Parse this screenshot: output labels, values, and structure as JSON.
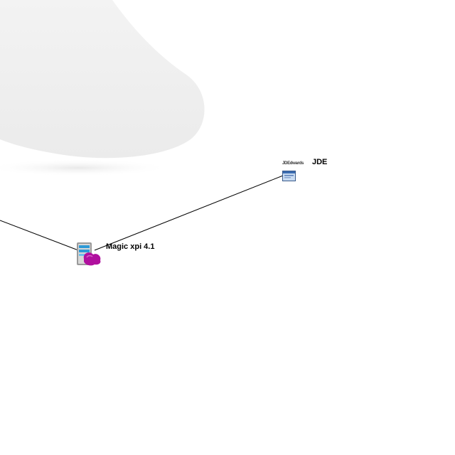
{
  "nodes": [
    {
      "id": "magic-xpi",
      "label": "Magic xpi 4.1",
      "icon": "server-with-magenta-cloud-icon"
    },
    {
      "id": "jde",
      "label": "JDE",
      "logo_text": "JDEdwards",
      "icon": "jdedwards-window-icon"
    }
  ],
  "edges": [
    {
      "from": "offscreen-left",
      "to": "magic-xpi"
    },
    {
      "from": "magic-xpi",
      "to": "jde"
    }
  ],
  "colors": {
    "background": "#ffffff",
    "decorative_shape": "#ececec",
    "connector": "#000000",
    "magenta_accent": "#b0109e",
    "server_blue": "#2e9ad6"
  }
}
